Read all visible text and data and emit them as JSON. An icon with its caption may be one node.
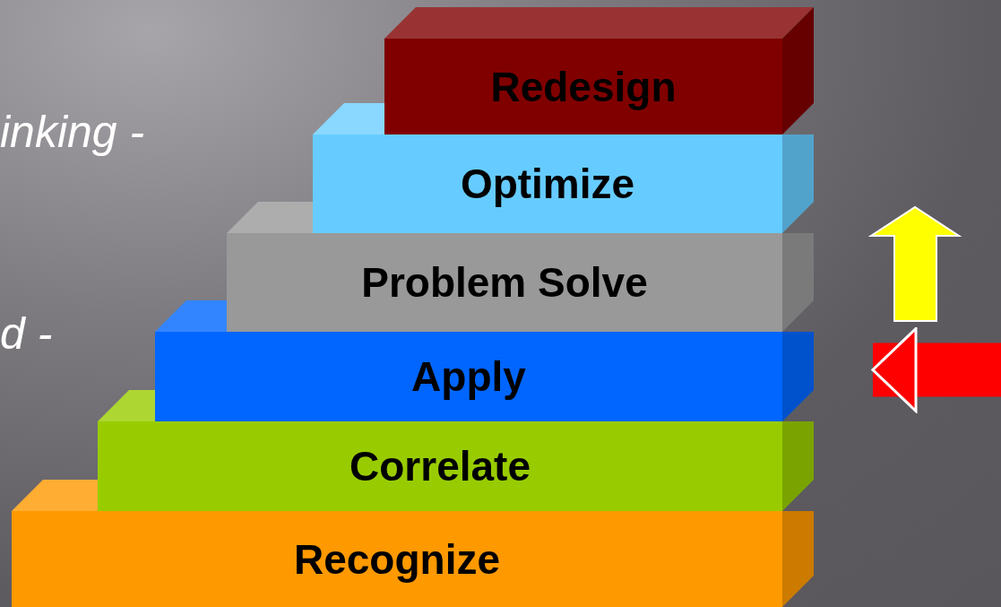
{
  "diagram": {
    "nodes": [
      {
        "text": [
          "Redesign"
        ]
      },
      {
        "text": [
          "Optimize"
        ]
      },
      {
        "text": [
          "Problem Solve"
        ]
      },
      {
        "text": [
          "Apply"
        ]
      },
      {
        "text": [
          "Correlate"
        ]
      },
      {
        "text": [
          "Recognize"
        ]
      }
    ],
    "edges": [
      {
        "from": null,
        "to": 3,
        "arrow": "to"
      }
    ],
    "labels": [
      "inking -",
      "d -"
    ]
  }
}
